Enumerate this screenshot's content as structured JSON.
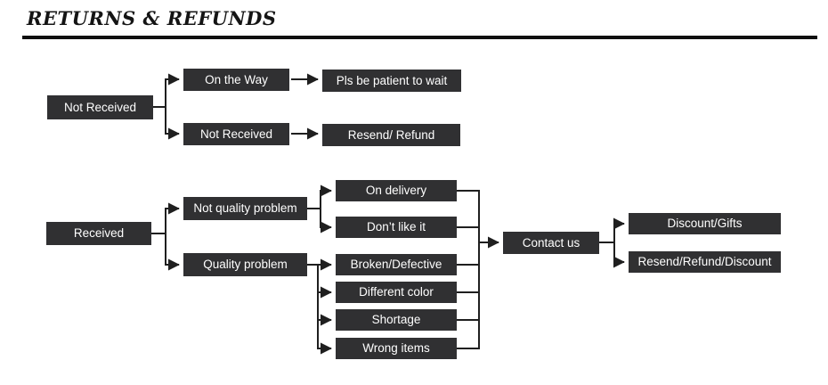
{
  "title": "RETURNS & REFUNDS",
  "colors": {
    "node_bg": "#303032",
    "node_text": "#ffffff",
    "line": "#1f1f1f",
    "divider": "#0f0f0f"
  },
  "flow_not_received": {
    "root": "Not Received",
    "branch_on_the_way": {
      "condition": "On the Way",
      "action": "Pls be patient to wait"
    },
    "branch_not_received": {
      "condition": "Not Received",
      "action": "Resend/ Refund"
    }
  },
  "flow_received": {
    "root": "Received",
    "not_quality_problem": {
      "label": "Not quality problem",
      "reasons": [
        "On delivery",
        "Don’t like it"
      ]
    },
    "quality_problem": {
      "label": "Quality problem",
      "reasons": [
        "Broken/Defective",
        "Different color",
        "Shortage",
        "Wrong items"
      ]
    },
    "contact": "Contact us",
    "outcomes": [
      "Discount/Gifts",
      "Resend/Refund/Discount"
    ]
  }
}
